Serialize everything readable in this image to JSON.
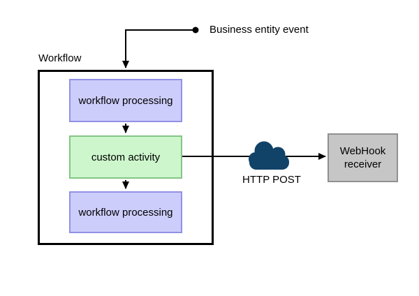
{
  "diagram": {
    "event_label": "Business entity event",
    "workflow_label": "Workflow",
    "nodes": {
      "workflow_processing_top": "workflow processing",
      "custom_activity": "custom activity",
      "workflow_processing_bottom": "workflow processing",
      "webhook_receiver_line1": "WebHook",
      "webhook_receiver_line2": "receiver"
    },
    "edge_labels": {
      "http_post": "HTTP POST"
    },
    "icons": {
      "cloud": "cloud-icon"
    },
    "colors": {
      "process_fill": "#cdcdfb",
      "process_border": "#9191e6",
      "activity_fill": "#cdf6cd",
      "activity_border": "#85c585",
      "receiver_fill": "#c6c6c6",
      "receiver_border": "#909090",
      "cloud": "#114268",
      "line": "#000000"
    }
  }
}
